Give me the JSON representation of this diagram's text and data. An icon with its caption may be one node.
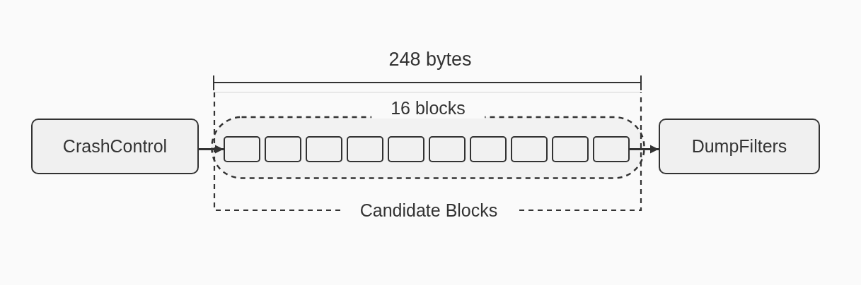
{
  "diagram": {
    "nodes": [
      {
        "text": [
          "CrashControl"
        ]
      },
      {
        "text": [
          "16 blocks"
        ]
      },
      {
        "text": [],
        "shape": "box",
        "in": 1
      },
      {
        "text": [],
        "shape": "box",
        "in": 1
      },
      {
        "text": [],
        "shape": "box",
        "in": 1
      },
      {
        "text": [],
        "shape": "box",
        "in": 1
      },
      {
        "text": [],
        "shape": "box",
        "in": 1
      },
      {
        "text": [],
        "shape": "box",
        "in": 1
      },
      {
        "text": [],
        "shape": "box",
        "in": 1
      },
      {
        "text": [],
        "shape": "box",
        "in": 1
      },
      {
        "text": [],
        "shape": "box",
        "in": 1
      },
      {
        "text": [],
        "shape": "box",
        "in": 1
      },
      {
        "text": [
          "DumpFilters"
        ]
      }
    ],
    "edges": [
      {
        "from": 0,
        "to": 2,
        "arrow": "to"
      },
      {
        "from": 11,
        "to": 12,
        "arrow": "to"
      }
    ],
    "labels": [
      "248 bytes",
      "Candidate Blocks"
    ]
  }
}
